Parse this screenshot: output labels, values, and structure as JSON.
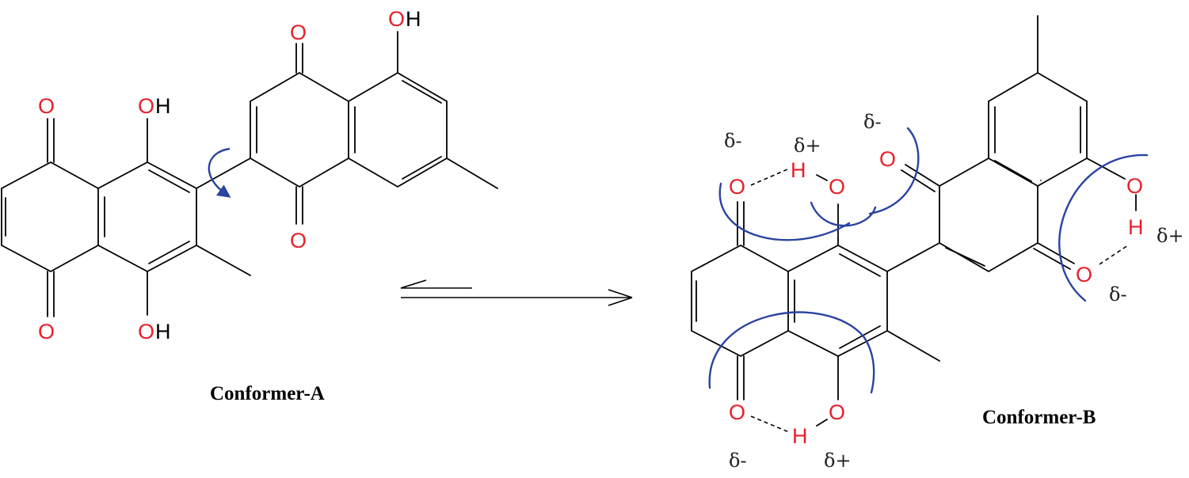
{
  "colors": {
    "bond": "#000000",
    "heteroatom": "#e8202a",
    "arc": "#2a44a0",
    "charge": "#222222"
  },
  "labels": {
    "conformer_a": "Conformer-A",
    "conformer_b": "Conformer-B",
    "oxygen": "O",
    "hydrogen": "H",
    "hydroxyl": "OH",
    "delta_minus": "δ-",
    "delta_plus": "δ+"
  },
  "icons": {
    "rotation": "curved-rotation-arrow-icon",
    "equilibrium": "equilibrium-harpoons-icon"
  }
}
